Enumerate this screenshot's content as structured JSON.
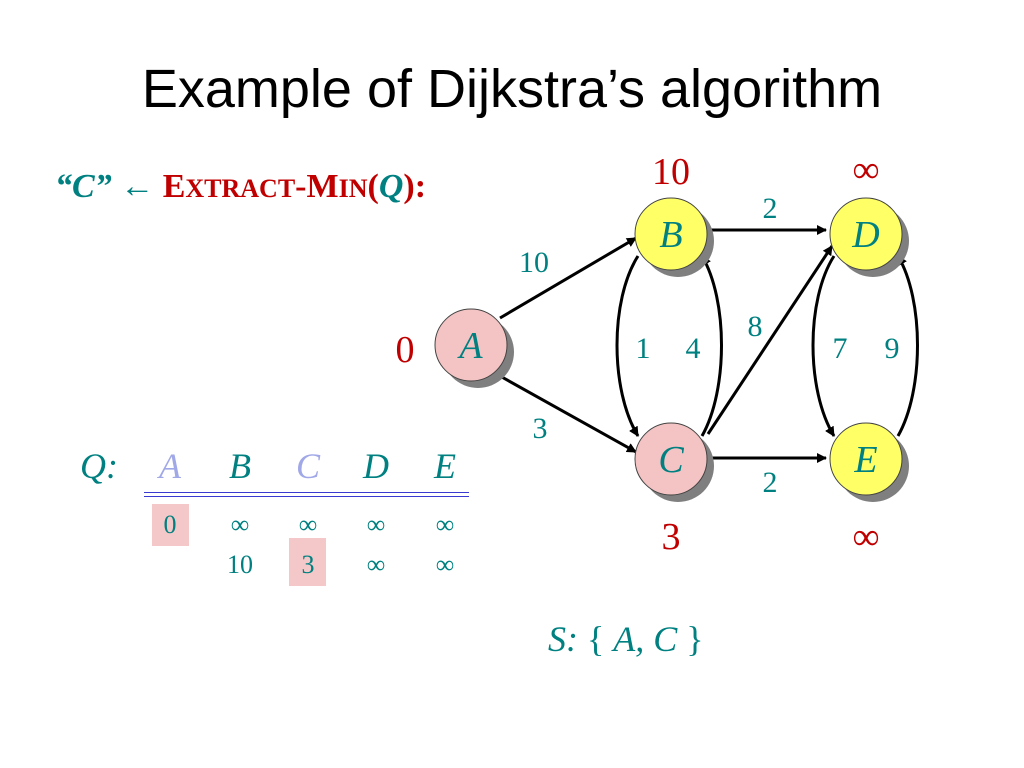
{
  "title": "Example of Dijkstra’s algorithm",
  "extract": {
    "open_quote": "“",
    "var": "C",
    "close_quote": "”",
    "arrow": "←",
    "func_E": "E",
    "func_xtract": "XTRACT",
    "func_dash": "-",
    "func_M": "M",
    "func_in": "IN",
    "lparen": "(",
    "arg": "Q",
    "rparen": ")",
    "colon": ":"
  },
  "colors": {
    "teal": "#008080",
    "red": "#c00000",
    "node_pink": "#f4c4c4",
    "node_yellow": "#ffff66",
    "highlight": "#f4c8c8",
    "faded": "#a0a8e8"
  },
  "graph": {
    "nodes": [
      {
        "id": "A",
        "label": "A",
        "fill": "pink",
        "distance": "0"
      },
      {
        "id": "B",
        "label": "B",
        "fill": "yellow",
        "distance": "10"
      },
      {
        "id": "C",
        "label": "C",
        "fill": "pink",
        "distance": "3"
      },
      {
        "id": "D",
        "label": "D",
        "fill": "yellow",
        "distance": "∞"
      },
      {
        "id": "E",
        "label": "E",
        "fill": "yellow",
        "distance": "∞"
      }
    ],
    "edges": [
      {
        "from": "A",
        "to": "B",
        "weight": "10"
      },
      {
        "from": "A",
        "to": "C",
        "weight": "3"
      },
      {
        "from": "B",
        "to": "D",
        "weight": "2"
      },
      {
        "from": "B",
        "to": "C",
        "weight": "1"
      },
      {
        "from": "C",
        "to": "B",
        "weight": "4"
      },
      {
        "from": "C",
        "to": "D",
        "weight": "8"
      },
      {
        "from": "C",
        "to": "E",
        "weight": "2"
      },
      {
        "from": "D",
        "to": "E",
        "weight": "7"
      },
      {
        "from": "E",
        "to": "D",
        "weight": "9"
      }
    ]
  },
  "queue": {
    "label": "Q:",
    "headers": [
      {
        "text": "A",
        "faded": true
      },
      {
        "text": "B",
        "faded": false
      },
      {
        "text": "C",
        "faded": true
      },
      {
        "text": "D",
        "faded": false
      },
      {
        "text": "E",
        "faded": false
      }
    ],
    "rows": [
      [
        "0",
        "∞",
        "∞",
        "∞",
        "∞"
      ],
      [
        "",
        "10",
        "3",
        "∞",
        "∞"
      ]
    ],
    "highlighted": [
      {
        "row": 0,
        "col": 0
      },
      {
        "row": 1,
        "col": 2
      }
    ]
  },
  "set_s": {
    "label": "S:",
    "open": "{",
    "members": "A, C",
    "close": "}"
  }
}
